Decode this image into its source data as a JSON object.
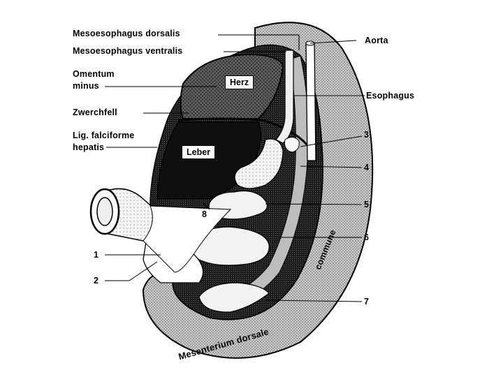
{
  "labels": {
    "mesoesophagus_dorsalis": "Mesoesophagus dorsalis",
    "mesoesophagus_ventralis": "Mesoesophagus ventralis",
    "omentum_minus_1": "Omentum",
    "omentum_minus_2": "minus",
    "zwerchfell": "Zwerchfell",
    "lig_falciforme_1": "Lig. falciforme",
    "lig_falciforme_2": "hepatis",
    "aorta": "Aorta",
    "esophagus": "Esophagus",
    "commune": "commune",
    "mesenterium_dorsale": "Mesenterium dorsale"
  },
  "organs": {
    "herz": "Herz",
    "leber": "Leber"
  },
  "numbers": {
    "n1": "1",
    "n2": "2",
    "n3": "3",
    "n4": "4",
    "n5": "5",
    "n6": "6",
    "n7": "7",
    "n8": "8"
  }
}
